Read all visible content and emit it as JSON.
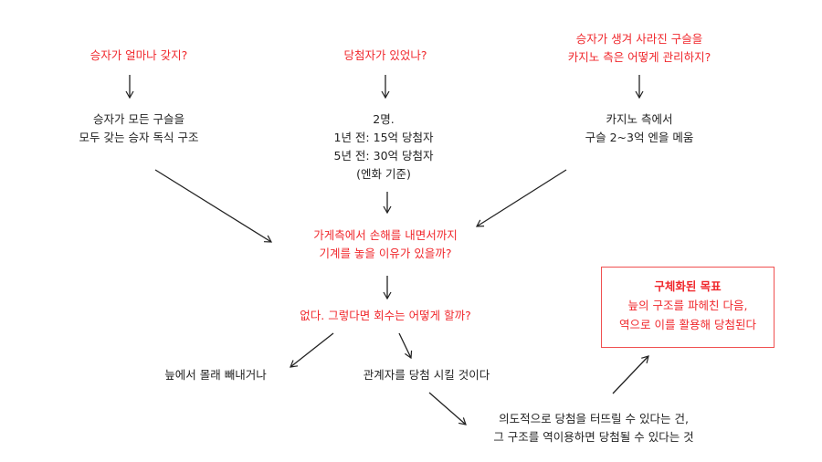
{
  "q1": {
    "question": "승자가 얼마나 갖지?",
    "answer": [
      "승자가 모든 구슬을",
      "모두 갖는 승자 독식 구조"
    ]
  },
  "q2": {
    "question": "당첨자가 있었나?",
    "answer": [
      "2명.",
      "1년 전: 15억 당첨자",
      "5년 전: 30억 당첨자",
      "(엔화 기준)"
    ]
  },
  "q3": {
    "question": [
      "승자가 생겨  사라진 구슬을",
      "카지노 측은 어떻게 관리하지?"
    ],
    "answer": [
      "카지노 측에서",
      "구슬 2~3억 엔을 메움"
    ]
  },
  "q4": [
    "가게측에서 손해를 내면서까지",
    "기계를 놓을 이유가 있을까?"
  ],
  "q5": "없다. 그렇다면 회수는 어떻게 할까?",
  "option_left": "늪에서 몰래 빼내거나",
  "option_right": "관계자를 당첨 시킬 것이다",
  "conclusion": [
    "의도적으로 당첨을 터뜨릴 수 있다는 건,",
    "그 구조를 역이용하면 당첨될 수 있다는 것"
  ],
  "goal": {
    "title": "구체화된 목표",
    "lines": [
      "늪의 구조를 파헤친 다음,",
      "역으로 이를 활용해 당첨된다"
    ]
  },
  "colors": {
    "question": "#f0282d",
    "text": "#222222",
    "box_border": "#f05050"
  }
}
